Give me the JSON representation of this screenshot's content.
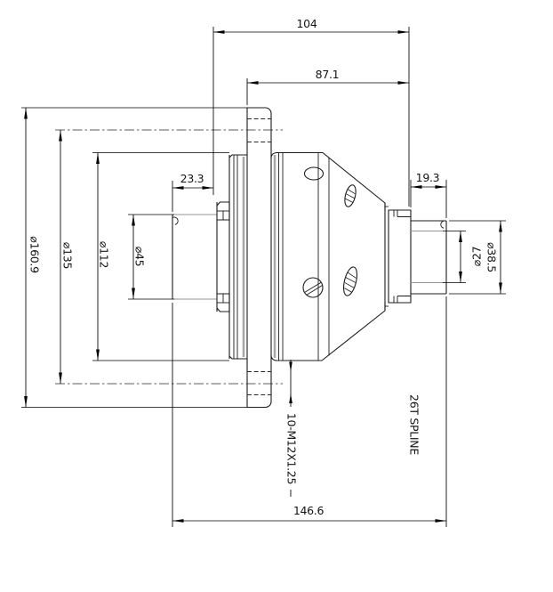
{
  "background": "#ffffff",
  "line_color": "#1a1a1a",
  "dimensions": {
    "top_overall": "104",
    "flange_to_shaft_end": "87.1",
    "left_shaft_length": "23.3",
    "spline_length": "19.3",
    "bottom_overall": "146.6",
    "flange_diameter": "⌀160.9",
    "bolt_circle_diameter": "⌀135",
    "body_diameter": "⌀112",
    "left_shaft_diameter": "⌀45",
    "spline_minor_diameter": "⌀27",
    "right_shaft_diameter": "⌀38.5"
  },
  "callouts": {
    "thread": "10-M12X1.25",
    "spline": "26T SPLINE"
  }
}
